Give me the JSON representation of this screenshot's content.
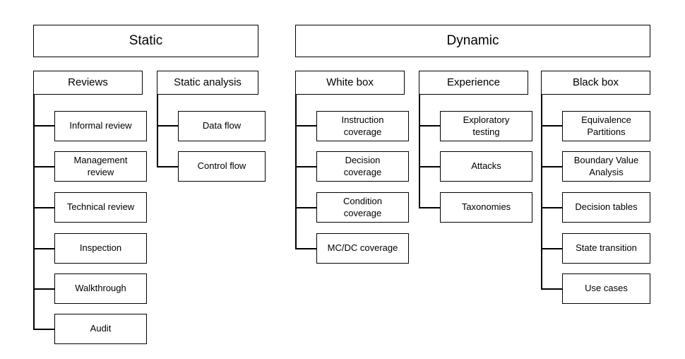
{
  "static": {
    "title": "Static",
    "reviews": {
      "title": "Reviews",
      "items": [
        "Informal review",
        "Management\nreview",
        "Technical review",
        "Inspection",
        "Walkthrough",
        "Audit"
      ]
    },
    "analysis": {
      "title": "Static analysis",
      "items": [
        "Data flow",
        "Control flow"
      ]
    }
  },
  "dynamic": {
    "title": "Dynamic",
    "whitebox": {
      "title": "White box",
      "items": [
        "Instruction\ncoverage",
        "Decision\ncoverage",
        "Condition\ncoverage",
        "MC/DC coverage"
      ]
    },
    "experience": {
      "title": "Experience",
      "items": [
        "Exploratory\ntesting",
        "Attacks",
        "Taxonomies"
      ]
    },
    "blackbox": {
      "title": "Black box",
      "items": [
        "Equivalence\nPartitions",
        "Boundary Value\nAnalysis",
        "Decision tables",
        "State transition",
        "Use cases"
      ]
    }
  }
}
